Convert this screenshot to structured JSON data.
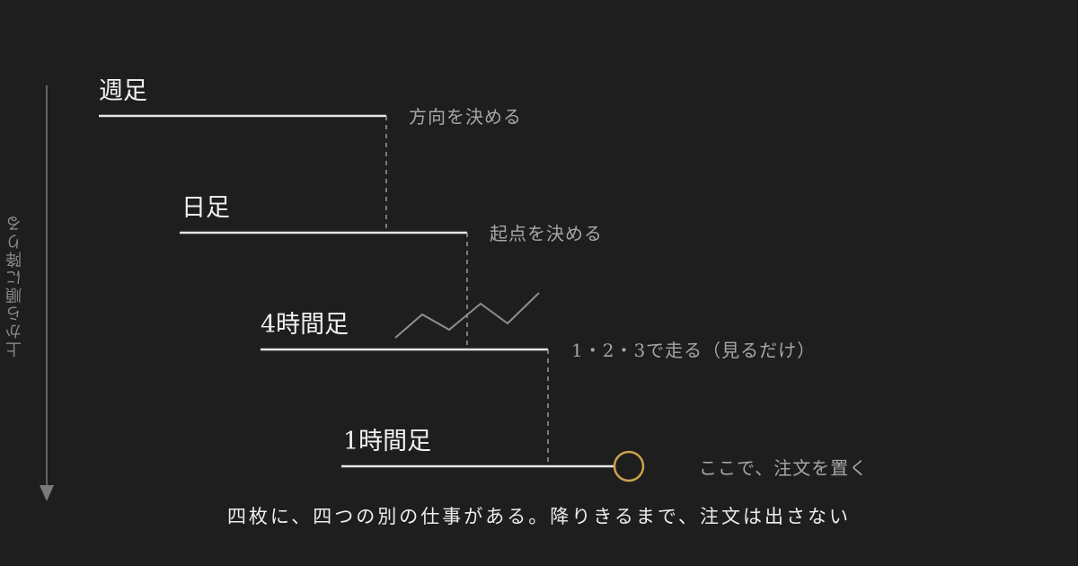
{
  "side_label": "上から順に降りる",
  "steps": [
    {
      "label": "週足",
      "note": "方向を決める"
    },
    {
      "label": "日足",
      "note": "起点を決める"
    },
    {
      "label": "4時間足",
      "note": "1・2・3で走る（見るだけ）"
    },
    {
      "label": "1時間足",
      "note": "ここで、注文を置く"
    }
  ],
  "footer": "四枚に、四つの別の仕事がある。降りきるまで、注文は出さない",
  "colors": {
    "background": "#1e1e1e",
    "line": "#e6e6e6",
    "muted_text": "#a6a6a6",
    "zigzag": "#8f8f8f",
    "accent_circle": "#c9a24a"
  }
}
